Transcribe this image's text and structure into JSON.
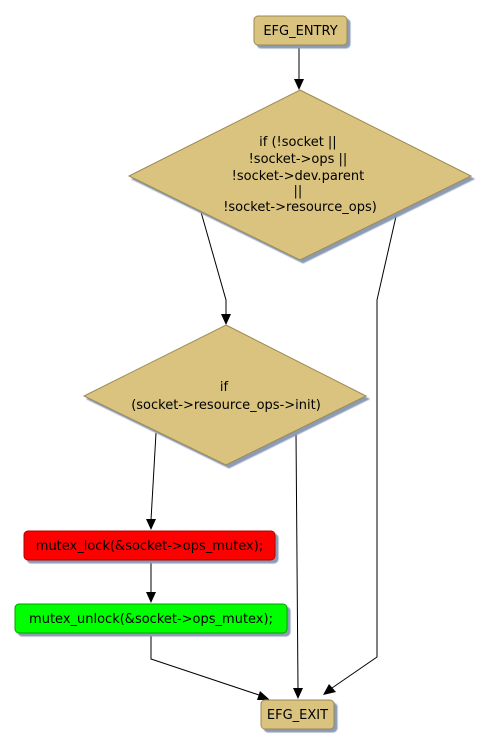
{
  "nodes": {
    "entry": {
      "label": "EFG_ENTRY"
    },
    "cond1": {
      "lines": [
        "if (!socket ||",
        "!socket->ops ||",
        "!socket->dev.parent",
        "||",
        "!socket->resource_ops)"
      ]
    },
    "cond2": {
      "lines": [
        "if",
        "(socket->resource_ops->init)"
      ]
    },
    "lock": {
      "label": "mutex_lock(&socket->ops_mutex);"
    },
    "unlock": {
      "label": "mutex_unlock(&socket->ops_mutex);"
    },
    "exit": {
      "label": "EFG_EXIT"
    }
  },
  "colors": {
    "terminal": "#D9C37F",
    "decision": "#D9C37F",
    "lock": "#FF0000",
    "unlock": "#00FF00",
    "shadow": "#8C9BB5"
  }
}
